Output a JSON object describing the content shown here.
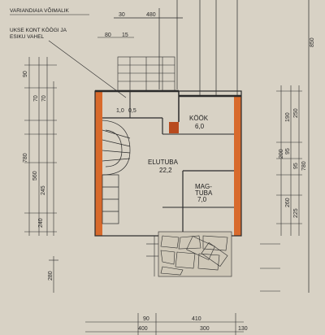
{
  "notes": {
    "line1": "VARIANDIAIA VÕIMALIK",
    "line2": "UKSE KONT KÖÖGI JA",
    "line3": "ESIKU VAHEL"
  },
  "rooms": {
    "kook_name": "KÖÖK",
    "kook_area": "6,0",
    "elutuba_name": "ELUTUBA",
    "elutuba_area": "22,2",
    "magamistuba_name_1": "MAG-",
    "magamistuba_name_2": "TUBA",
    "magamistuba_area": "7,0",
    "small_area": "1,0",
    "small_area_2": "0,5"
  },
  "dims_top": {
    "d30": "30",
    "d480": "480",
    "d80": "80",
    "d15": "15",
    "d850": "850"
  },
  "dims_left": {
    "d90": "90",
    "d70a": "70",
    "d70b": "70",
    "d780": "780",
    "d560": "560",
    "d245": "245",
    "d280": "280",
    "d240": "240"
  },
  "dims_right": {
    "d190": "190",
    "d250": "250",
    "d95a": "95",
    "d95b": "95",
    "d200": "200",
    "d260": "260",
    "d225": "225",
    "d780": "780"
  },
  "dims_bottom": {
    "d90": "90",
    "d410": "410",
    "d400": "400",
    "d300": "300",
    "d130": "130"
  },
  "colors": {
    "paper": "#d8d2c5",
    "ink": "#2a2a2a",
    "wall_orange": "#d86a2c"
  }
}
